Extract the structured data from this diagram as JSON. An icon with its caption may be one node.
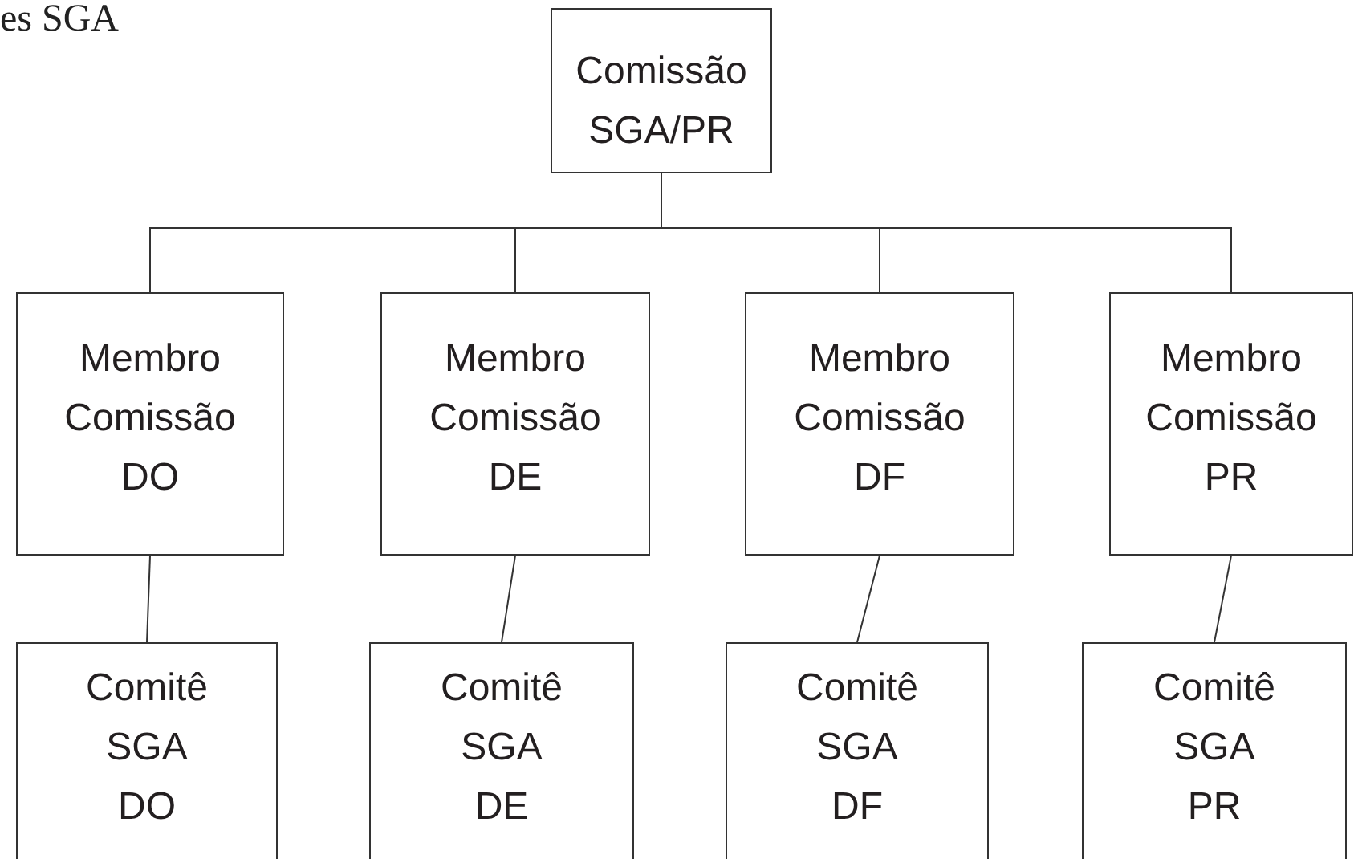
{
  "diagram": {
    "nodes": [
      {
        "text": [
          "Comissão SGA/PR"
        ]
      },
      {
        "text": [
          "Membro Comissão DO"
        ]
      },
      {
        "text": [
          "Membro Comissão DE"
        ]
      },
      {
        "text": [
          "Membro Comissão DF"
        ]
      },
      {
        "text": [
          "Membro Comissão PR"
        ]
      },
      {
        "text": [
          "Comitê SGA DO"
        ]
      },
      {
        "text": [
          "Comitê SGA DE"
        ]
      },
      {
        "text": [
          "Comitê SGA DF"
        ]
      },
      {
        "text": [
          "Comitê SGA PR"
        ]
      }
    ],
    "edges": [
      {
        "from": 0,
        "to": 1,
        "arrow": "none"
      },
      {
        "from": 0,
        "to": 2,
        "arrow": "none"
      },
      {
        "from": 0,
        "to": 3,
        "arrow": "none"
      },
      {
        "from": 0,
        "to": 4,
        "arrow": "none"
      },
      {
        "from": 1,
        "to": 5,
        "arrow": "none"
      },
      {
        "from": 2,
        "to": 6,
        "arrow": "none"
      },
      {
        "from": 3,
        "to": 7,
        "arrow": "none"
      },
      {
        "from": 4,
        "to": 8,
        "arrow": "none"
      }
    ],
    "labels": [
      "es SGA"
    ]
  }
}
